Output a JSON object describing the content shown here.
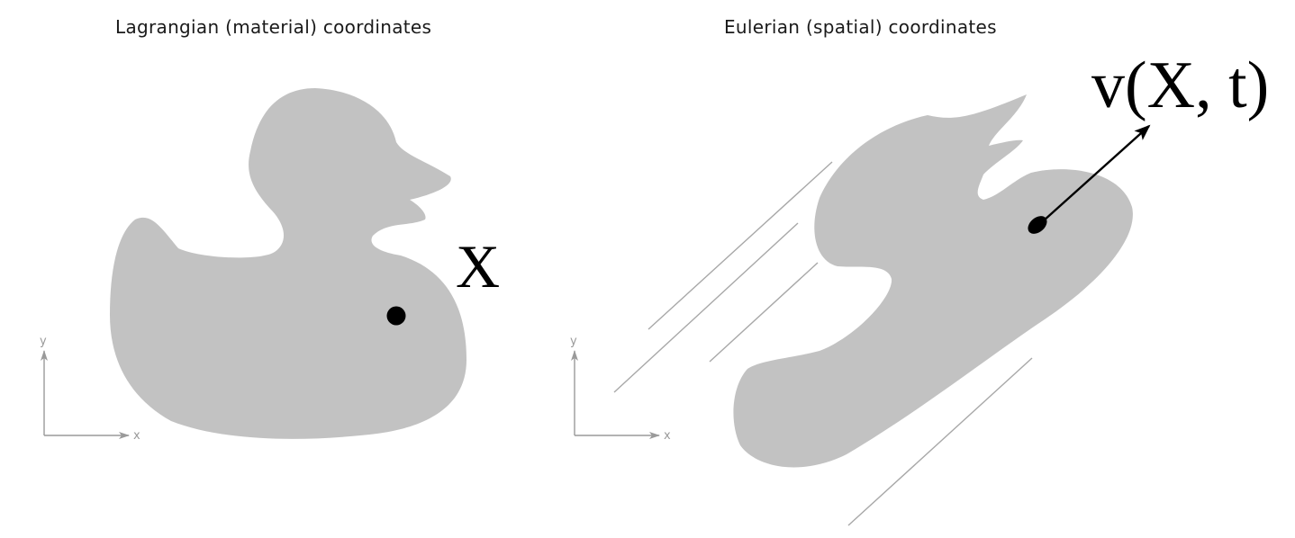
{
  "panels": {
    "left": {
      "title": "Lagrangian (material) coordinates",
      "point_label": "X"
    },
    "right": {
      "title": "Eulerian (spatial) coordinates",
      "velocity_label": "v(X, t)"
    }
  },
  "axes": {
    "x_label": "x",
    "y_label": "y"
  },
  "colors": {
    "duck_fill": "#c2c2c2",
    "axis": "#9a9a9a",
    "motion_lines": "#a8a8a8",
    "point": "#000000",
    "text": "#1a1a1a"
  }
}
